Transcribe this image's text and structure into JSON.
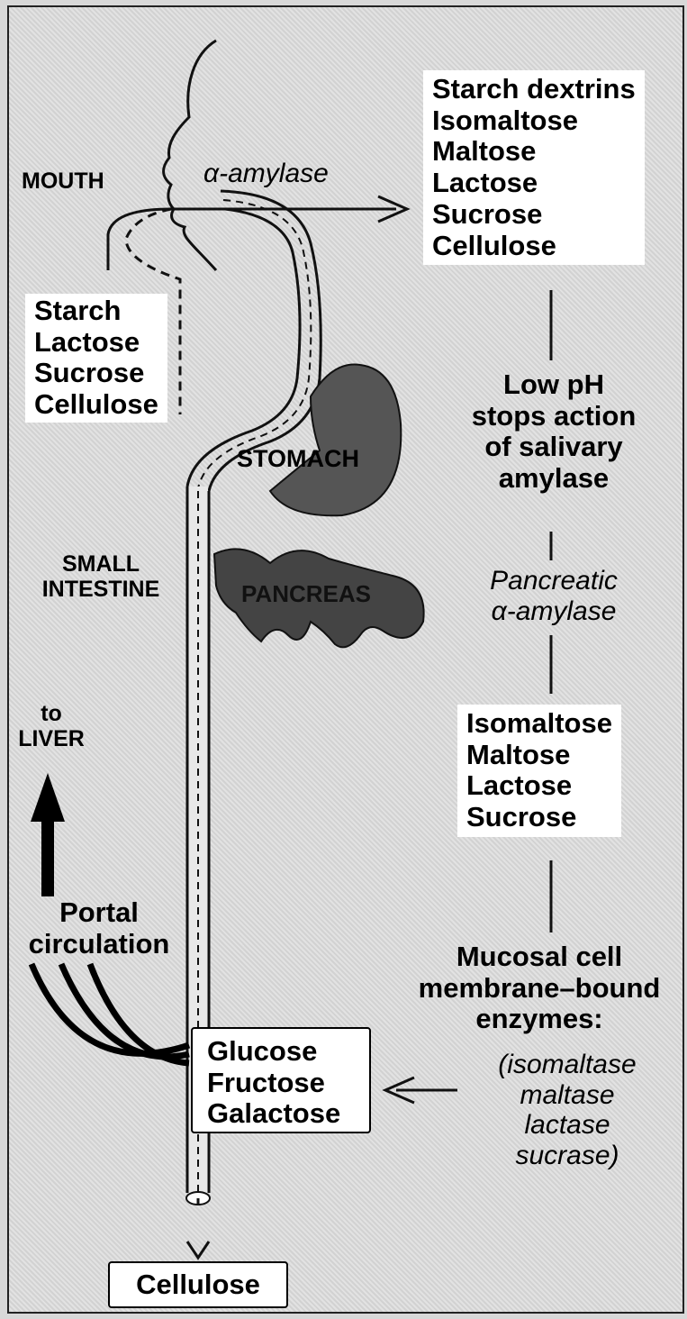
{
  "labels": {
    "mouth": "MOUTH",
    "stomach": "STOMACH",
    "small_intestine": [
      "SMALL",
      "INTESTINE"
    ],
    "pancreas": "PANCREAS",
    "to_liver": [
      "to",
      "LIVER"
    ],
    "portal_circulation": [
      "Portal",
      "circulation"
    ]
  },
  "mouth_enzyme": "α-amylase",
  "mouth_products": [
    "Starch dextrins",
    "Isomaltose",
    "Maltose",
    "Lactose",
    "Sucrose",
    "Cellulose"
  ],
  "dietary_intake": [
    "Starch",
    "Lactose",
    "Sucrose",
    "Cellulose"
  ],
  "low_ph_note": [
    "Low pH",
    "stops action",
    "of salivary",
    "amylase"
  ],
  "pancreatic_enzyme": [
    "Pancreatic",
    "α-amylase"
  ],
  "intestinal_disaccharides": [
    "Isomaltose",
    "Maltose",
    "Lactose",
    "Sucrose"
  ],
  "mucosal_enzymes_heading": [
    "Mucosal cell",
    "membrane–bound",
    "enzymes:"
  ],
  "mucosal_enzymes": [
    "(isomaltase",
    "maltase",
    "lactase",
    "sucrase)"
  ],
  "monosaccharides": [
    "Glucose",
    "Fructose",
    "Galactose"
  ],
  "excreted": "Cellulose"
}
